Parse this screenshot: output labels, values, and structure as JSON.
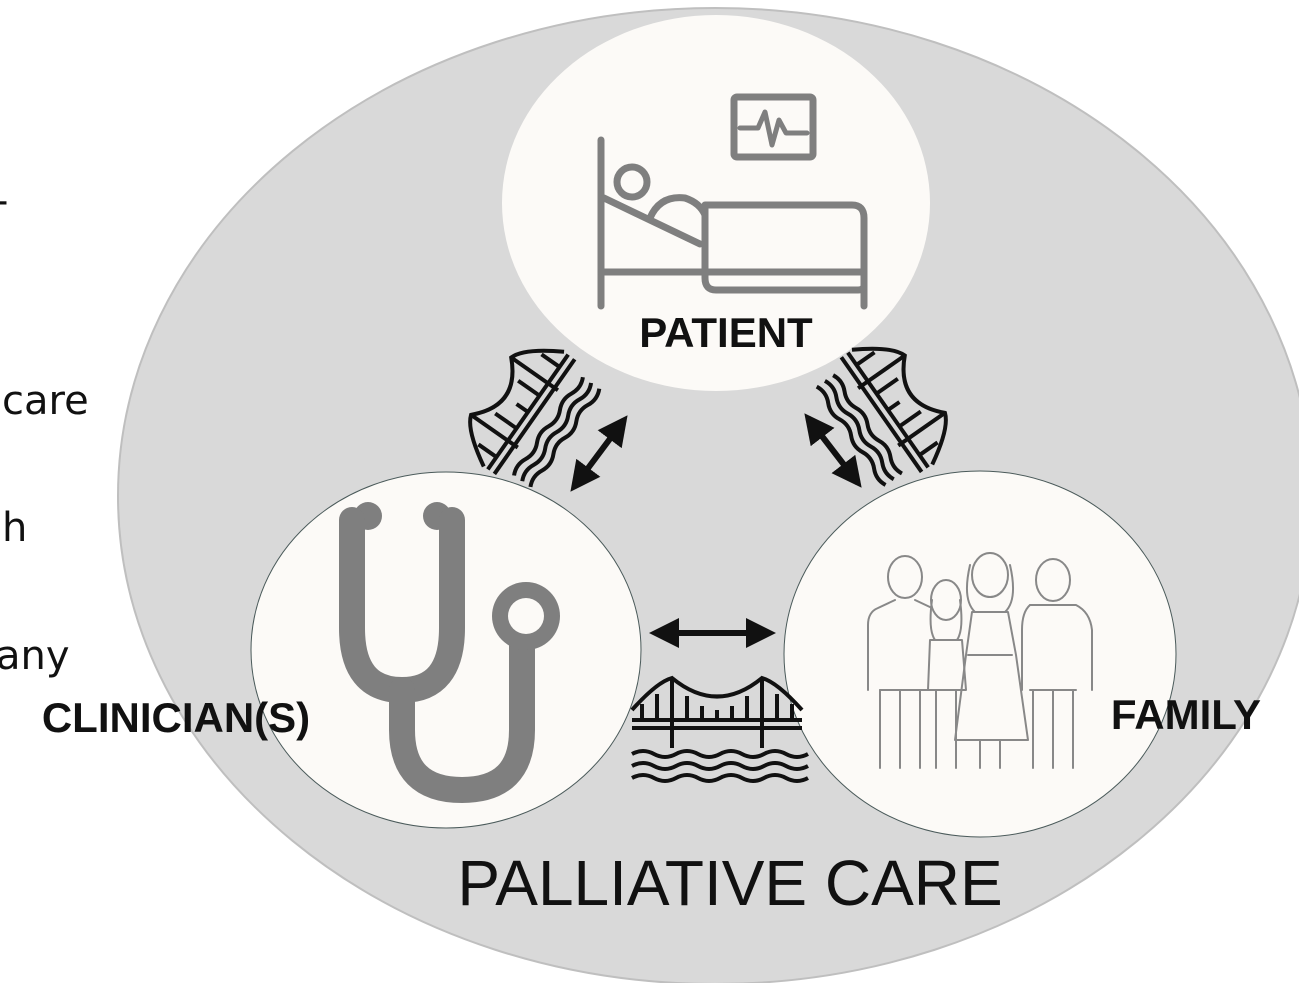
{
  "diagram": {
    "title": "PALLIATIVE CARE",
    "nodes": {
      "patient": {
        "label": "PATIENT",
        "icon": "hospital-bed-icon"
      },
      "clinicians": {
        "label": "CLINICIAN(S)",
        "icon": "stethoscope-icon"
      },
      "family": {
        "label": "FAMILY",
        "icon": "family-icon"
      }
    },
    "connections": [
      {
        "from": "PATIENT",
        "to": "CLINICIAN(S)",
        "style": "double-arrow",
        "icon": "bridge-icon"
      },
      {
        "from": "PATIENT",
        "to": "FAMILY",
        "style": "double-arrow",
        "icon": "bridge-icon"
      },
      {
        "from": "CLINICIAN(S)",
        "to": "FAMILY",
        "style": "double-arrow",
        "icon": "bridge-icon"
      }
    ],
    "colors": {
      "outer_ellipse": "#d9d9d9",
      "node_fill": "#fcfaf7",
      "icon_gray": "#7f7f7f",
      "text": "#111111"
    }
  },
  "partial_text": {
    "line1": "-",
    "line2": "care",
    "line3": "h",
    "line4": "any"
  }
}
